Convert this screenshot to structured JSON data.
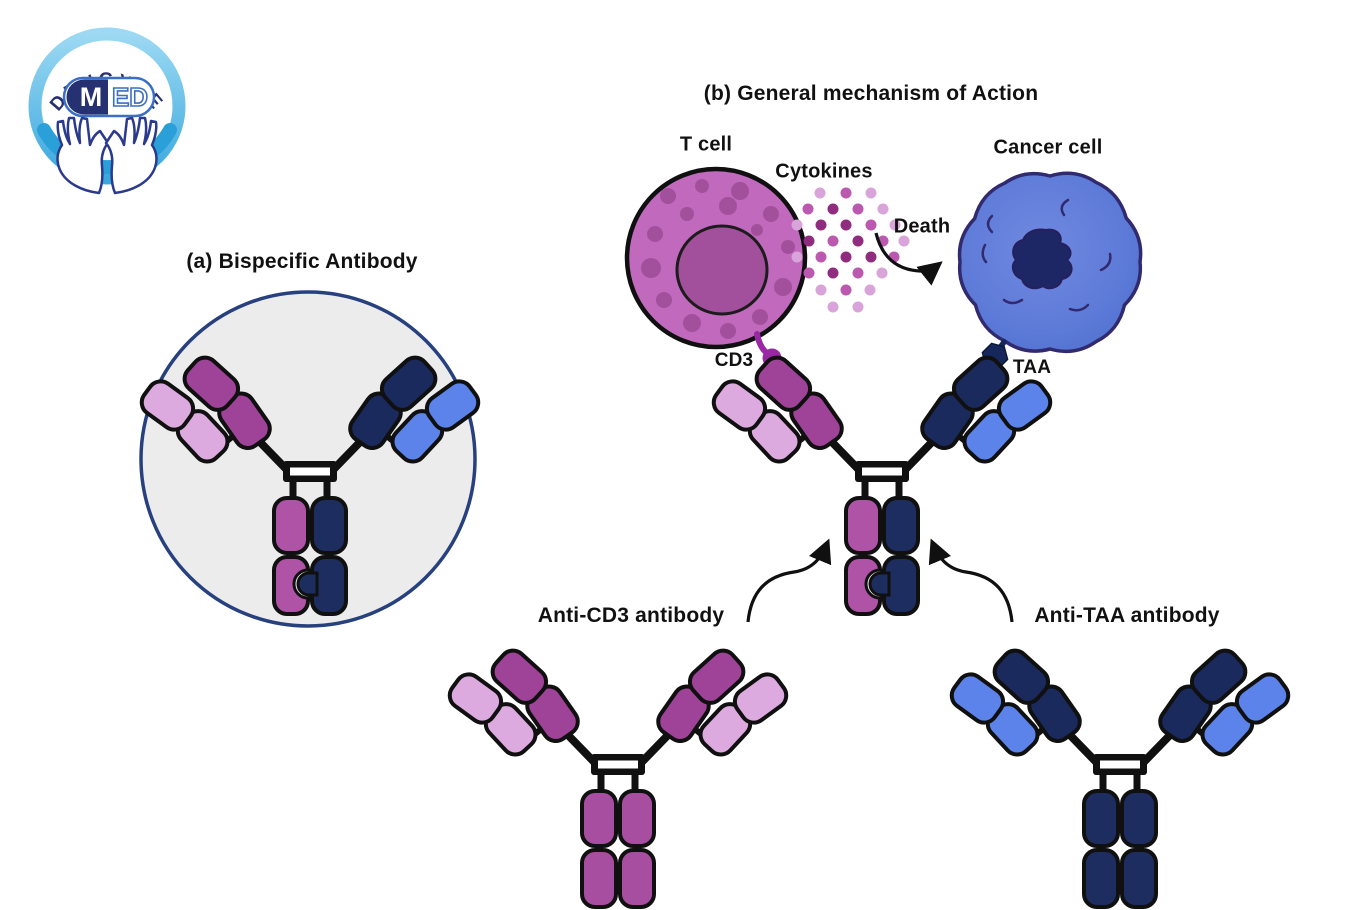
{
  "logo": {
    "arc_text": "DENGYUE",
    "pill_text_m": "M",
    "pill_text_ed": "ED"
  },
  "panel_a": {
    "title": "(a) Bispecific Antibody"
  },
  "panel_b": {
    "title": "(b) General mechanism of Action",
    "t_cell_label": "T cell",
    "cytokines_label": "Cytokines",
    "death_label": "Death",
    "cancer_cell_label": "Cancer cell",
    "cd3_label": "CD3",
    "taa_label": "TAA"
  },
  "bottom": {
    "anti_cd3_label": "Anti-CD3 antibody",
    "anti_taa_label": "Anti-TAA antibody"
  },
  "colors": {
    "anti_cd3_heavy_chain": "#9e4397",
    "anti_cd3_light_chain": "#dcaade",
    "anti_taa_heavy_chain": "#1a2a5c",
    "anti_taa_light_chain": "#5c83ea",
    "t_cell_body": "#c069bd",
    "t_cell_nucleus": "#a3509c",
    "cancer_cell_body": "#5b79d6",
    "cancer_cell_nucleus": "#1e2766",
    "cancer_cell_outline": "#312a6e",
    "cd3_receptor": "#9a28a5",
    "taa_receptor": "#16275c",
    "cytokine_light": "#d9a4d9",
    "cytokine_mid": "#bb58b0",
    "cytokine_dark": "#8f2c80",
    "panel_a_circle_fill": "#ececec",
    "panel_a_circle_border": "#27407e",
    "logo_ring_blue": "#4fb3e4",
    "logo_navy": "#27306e",
    "outline_black": "#101010"
  }
}
